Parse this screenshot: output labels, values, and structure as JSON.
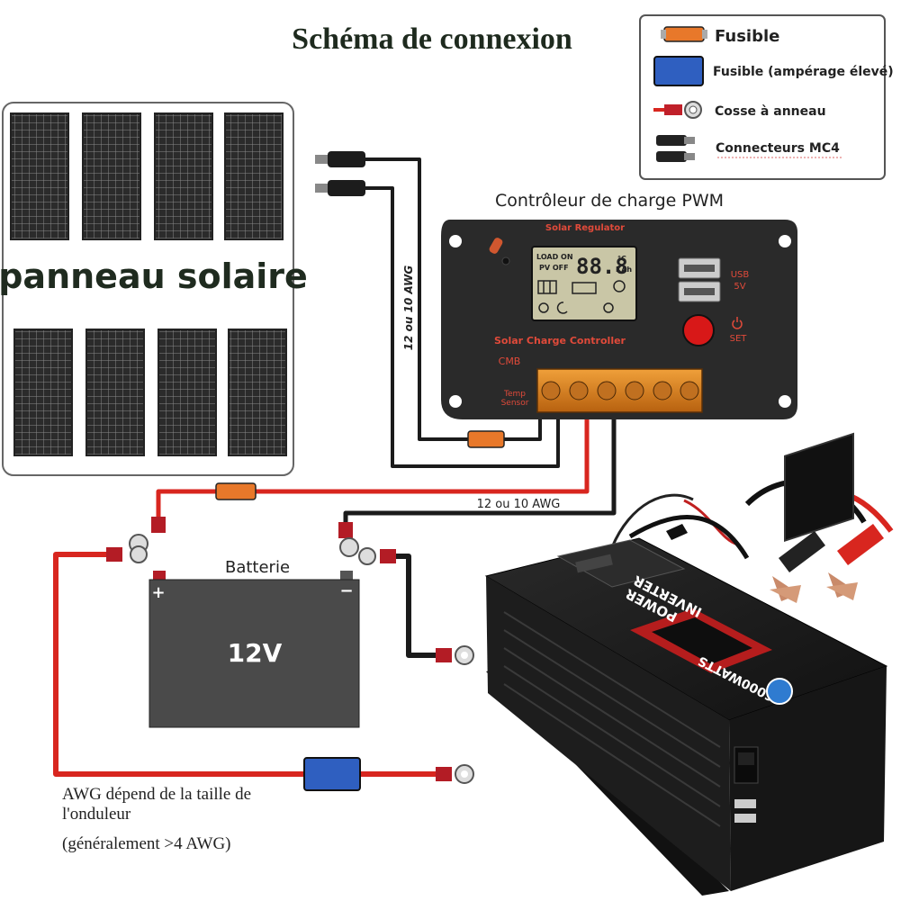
{
  "title": "Schéma de connexion",
  "legend": {
    "items": [
      {
        "icon": "fuse-icon",
        "label": "Fusible"
      },
      {
        "icon": "high-amp-fuse-icon",
        "label": "Fusible (ampérage élevé)"
      },
      {
        "icon": "ring-terminal-icon",
        "label": "Cosse à anneau"
      },
      {
        "icon": "mc4-connector-icon",
        "label": "Connecteurs MC4"
      }
    ]
  },
  "solar_panel": {
    "label": "panneau solaire"
  },
  "controller": {
    "heading": "Contrôleur de charge PWM",
    "top_label": "Solar Regulator",
    "bottom_label": "Solar Charge Controller",
    "brand": "CMB",
    "usb_label": "USB",
    "usb_voltage": "5V",
    "set_label": "SET",
    "temp_label": "Temp",
    "sensor_label": "Sensor",
    "lcd_load": "LOAD ON",
    "lcd_pv": "PV OFF",
    "lcd_digits": "88.8",
    "lcd_unit_c": "°C",
    "lcd_unit_kah": "KAh"
  },
  "wires": {
    "vertical_label": "12 ou 10 AWG",
    "horizontal_label": "12 ou 10 AWG"
  },
  "battery": {
    "label": "Batterie",
    "voltage": "12V",
    "plus": "+",
    "minus": "−"
  },
  "inverter": {
    "line1": "POWER",
    "line2": "INVERTER",
    "watts": "6000WATTS"
  },
  "notes": {
    "line1": "AWG dépend de la taille de",
    "line2": "l'onduleur",
    "line3": "(généralement >4 AWG)"
  },
  "colors": {
    "wire_red": "#d8261f",
    "wire_black": "#1b1b1b",
    "fuse_orange": "#e8782a",
    "fuse_blue": "#2f5fc0",
    "panel_cell": "#2c2c2c",
    "controller_body": "#2a2a2a",
    "terminal_orange": "#d9801e",
    "lcd": "#c9c6a6",
    "battery_body": "#4a4a4a",
    "title_color": "#1e2a1e"
  }
}
